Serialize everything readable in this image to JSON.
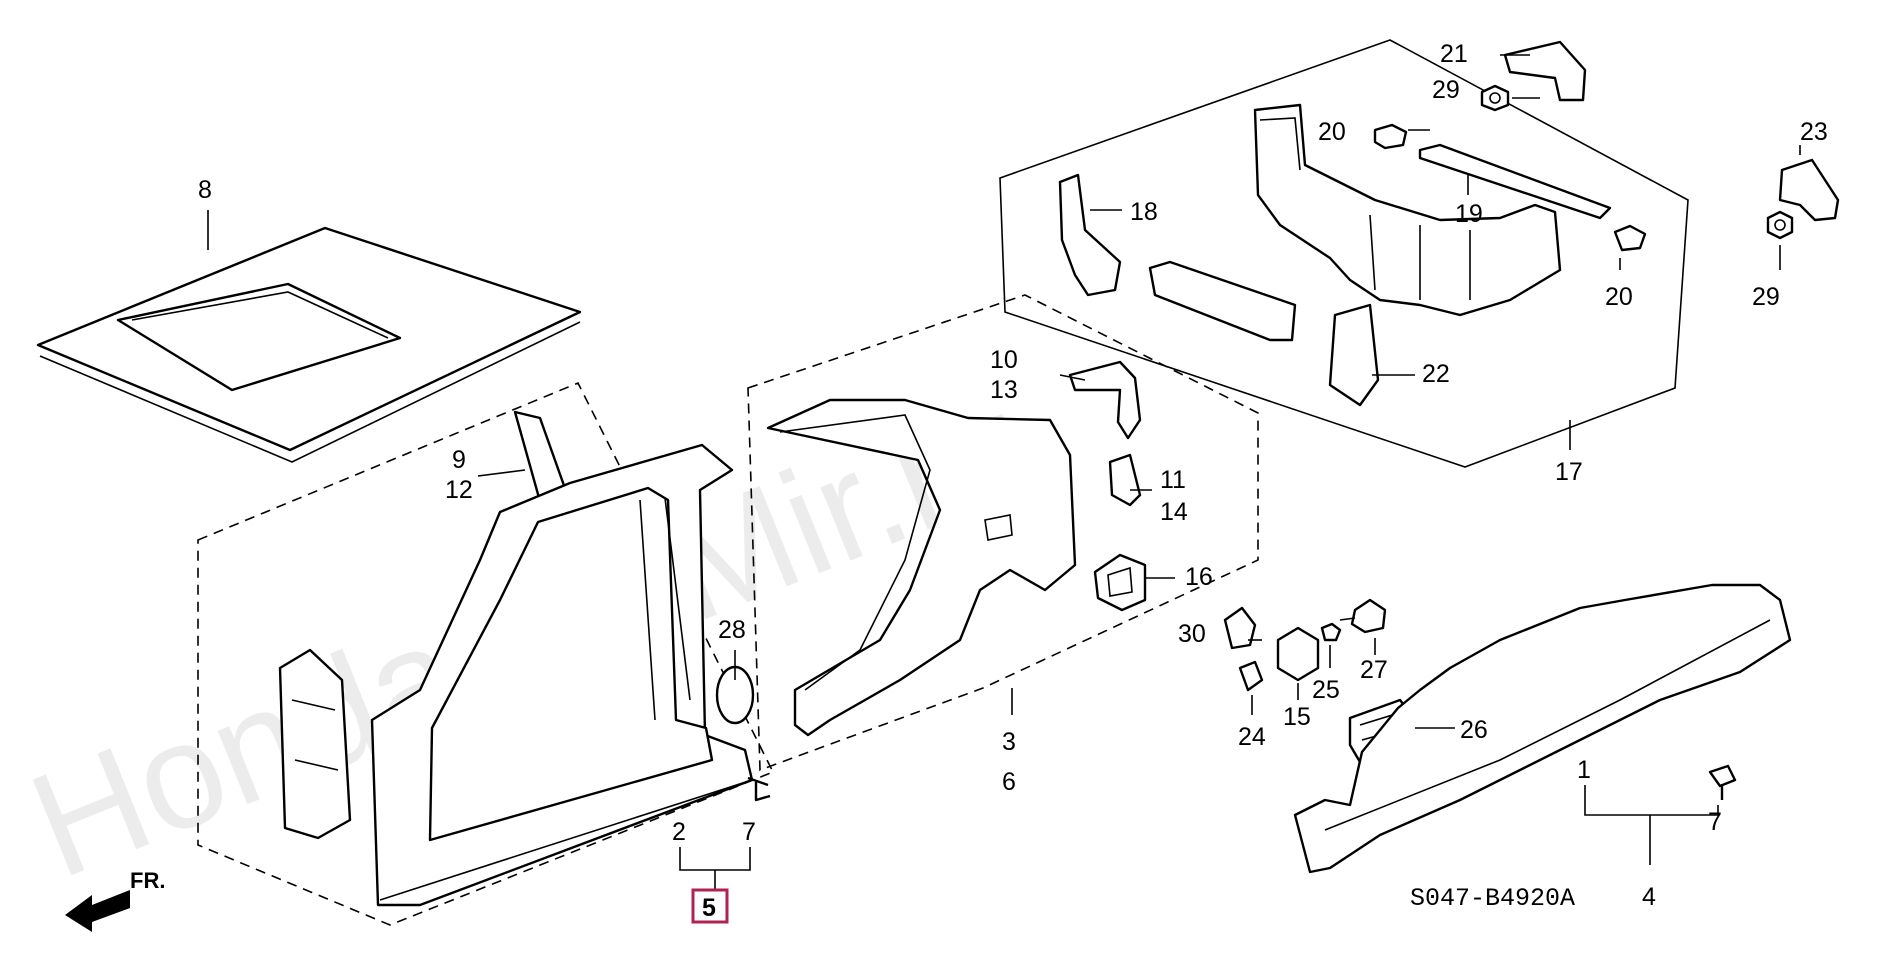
{
  "diagram_code": "S047-B4920A",
  "front_indicator": "FR.",
  "watermark": "HondaCarMir.ru",
  "highlighted_part": "5",
  "labels": {
    "p1": "1",
    "p2": "2",
    "p3": "3",
    "p4": "4",
    "p5": "5",
    "p6": "6",
    "p7a": "7",
    "p7b": "7",
    "p8": "8",
    "p9": "9",
    "p10": "10",
    "p11": "11",
    "p12": "12",
    "p13": "13",
    "p14": "14",
    "p15": "15",
    "p16": "16",
    "p17": "17",
    "p18": "18",
    "p19": "19",
    "p20a": "20",
    "p20b": "20",
    "p21": "21",
    "p22": "22",
    "p23": "23",
    "p24": "24",
    "p25": "25",
    "p26": "26",
    "p27": "27",
    "p28": "28",
    "p29a": "29",
    "p29b": "29",
    "p30": "30"
  }
}
